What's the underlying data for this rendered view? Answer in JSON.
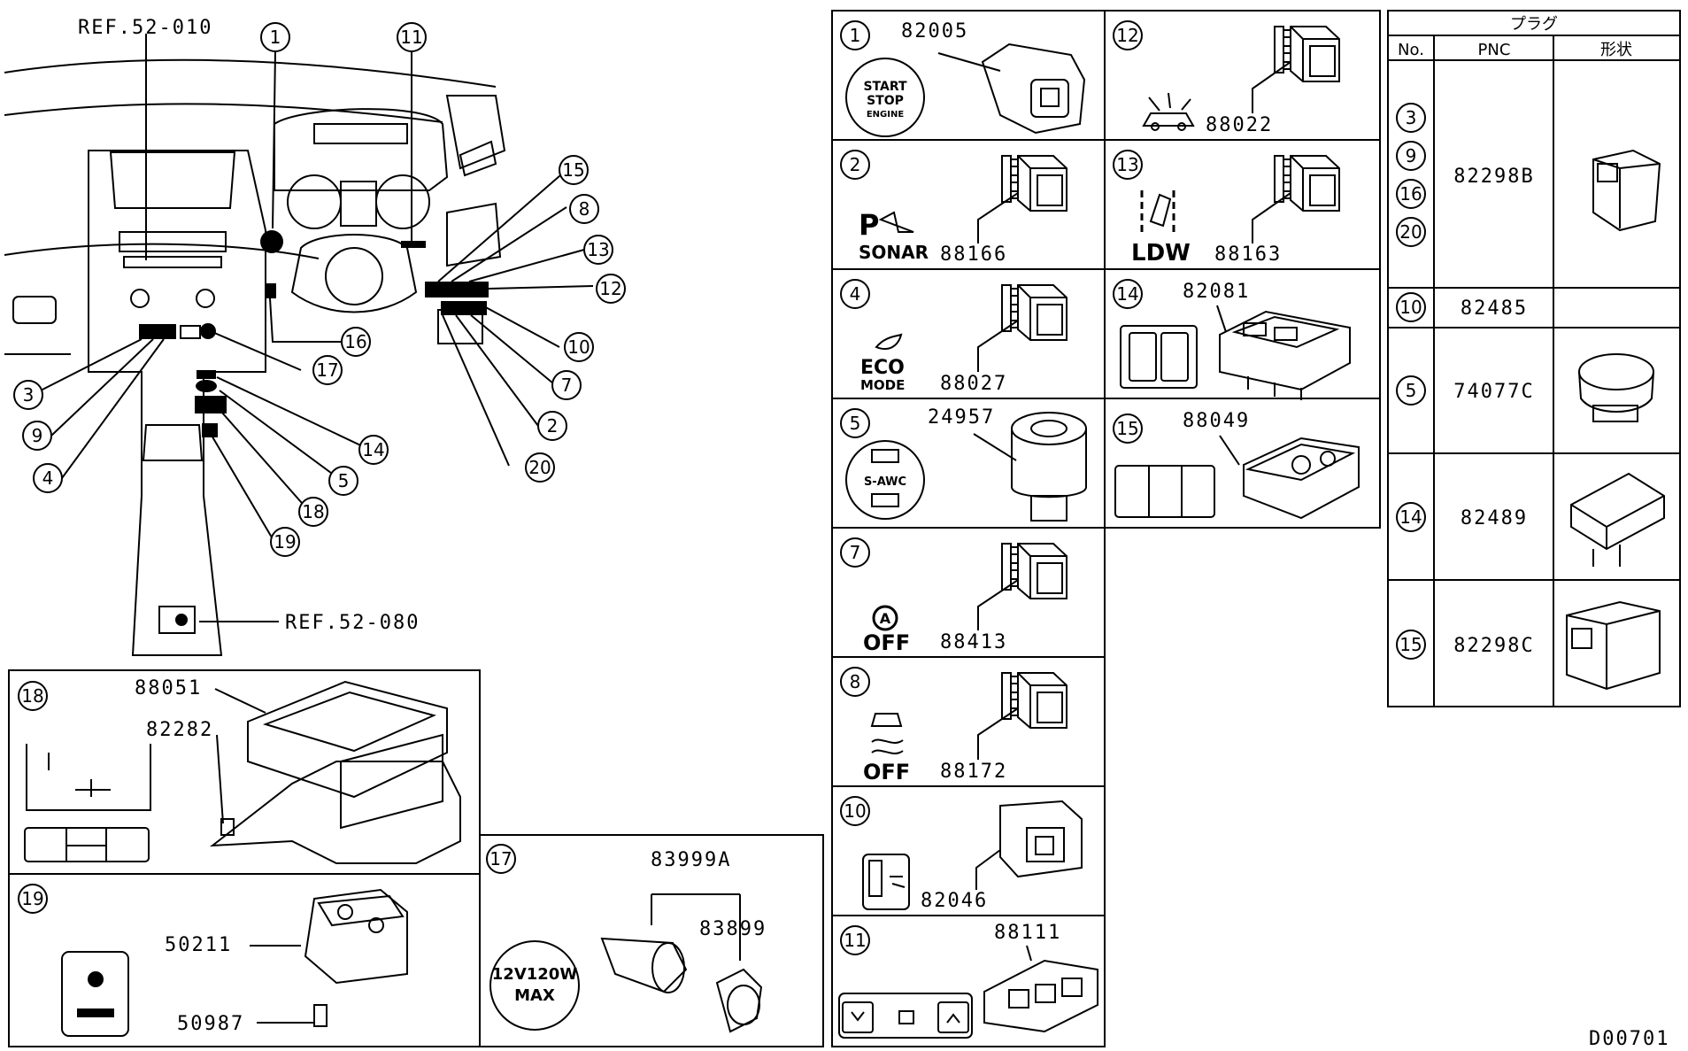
{
  "overview": {
    "refs": [
      "REF.52-010",
      "REF.52-080"
    ],
    "callouts": [
      "1",
      "11",
      "15",
      "8",
      "13",
      "12",
      "10",
      "7",
      "2",
      "20",
      "16",
      "17",
      "14",
      "5",
      "18",
      "19",
      "3",
      "9",
      "4"
    ]
  },
  "panels": [
    {
      "id": "1",
      "parts": [
        "82005"
      ],
      "icon_text": [
        "START",
        "STOP",
        "ENGINE"
      ]
    },
    {
      "id": "12",
      "parts": [
        "88022"
      ],
      "icon_text": []
    },
    {
      "id": "2",
      "parts": [
        "88166"
      ],
      "icon_text": [
        "SONAR"
      ]
    },
    {
      "id": "13",
      "parts": [
        "88163"
      ],
      "icon_text": [
        "LDW"
      ]
    },
    {
      "id": "4",
      "parts": [
        "88027"
      ],
      "icon_text": [
        "ECO",
        "MODE"
      ]
    },
    {
      "id": "14",
      "parts": [
        "82081"
      ],
      "icon_text": []
    },
    {
      "id": "5",
      "parts": [
        "24957"
      ],
      "icon_text": [
        "S-AWC"
      ]
    },
    {
      "id": "15",
      "parts": [
        "88049"
      ],
      "icon_text": []
    },
    {
      "id": "7",
      "parts": [
        "88413"
      ],
      "icon_text": [
        "OFF"
      ]
    },
    {
      "id": "8",
      "parts": [
        "88172"
      ],
      "icon_text": [
        "OFF"
      ]
    },
    {
      "id": "10",
      "parts": [
        "82046"
      ],
      "icon_text": []
    },
    {
      "id": "11",
      "parts": [
        "88111"
      ],
      "icon_text": []
    },
    {
      "id": "18",
      "parts": [
        "88051",
        "82282"
      ],
      "icon_text": []
    },
    {
      "id": "19",
      "parts": [
        "50211",
        "50987"
      ],
      "icon_text": []
    },
    {
      "id": "17",
      "parts": [
        "83999A",
        "83899"
      ],
      "icon_text": [
        "12V120W",
        "MAX"
      ]
    }
  ],
  "plug_table": {
    "title": "プラグ",
    "headers": [
      "No.",
      "PNC",
      "形状"
    ],
    "rows": [
      {
        "nos": [
          "3",
          "9",
          "16",
          "20"
        ],
        "pnc": "82298B"
      },
      {
        "nos": [
          "10"
        ],
        "pnc": "82485"
      },
      {
        "nos": [
          "5"
        ],
        "pnc": "74077C"
      },
      {
        "nos": [
          "14"
        ],
        "pnc": "82489"
      },
      {
        "nos": [
          "15"
        ],
        "pnc": "82298C"
      }
    ]
  },
  "diagram_id": "D00701"
}
